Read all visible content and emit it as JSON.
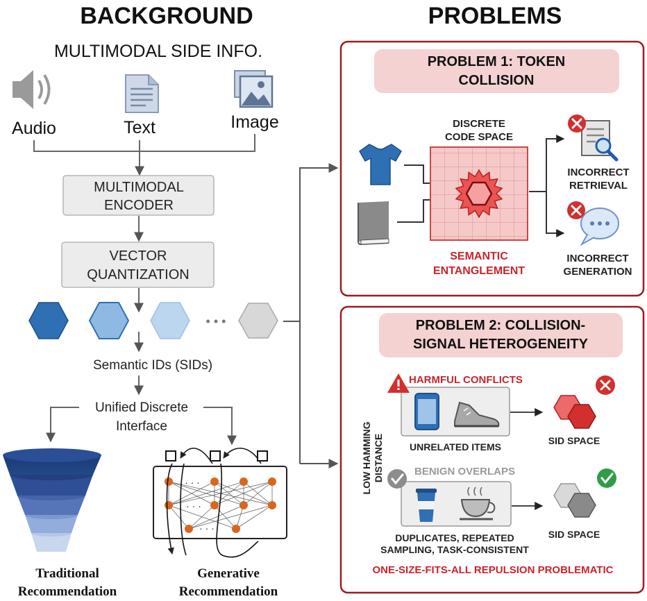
{
  "background": {
    "title": "BACKGROUND",
    "subtitle": "MULTIMODAL SIDE INFO.",
    "modalities": [
      {
        "label": "Audio",
        "icon": "speaker-icon"
      },
      {
        "label": "Text",
        "icon": "document-icon"
      },
      {
        "label": "Image",
        "icon": "picture-icon"
      }
    ],
    "encoder": [
      "MULTIMODAL",
      "ENCODER"
    ],
    "quantizer": [
      "VECTOR",
      "QUANTIZATION"
    ],
    "ellipsis": "• • •",
    "sids_label": "Semantic IDs (SIDs)",
    "interface": [
      "Unified Discrete",
      "Interface"
    ],
    "traditional": [
      "Traditional",
      "Recommendation"
    ],
    "generative": [
      "Generative",
      "Recommendation"
    ],
    "network_ellipsis": "· · ·"
  },
  "problems": {
    "title": "PROBLEMS",
    "problem1": {
      "title": [
        "PROBLEM 1: TOKEN",
        "COLLISION"
      ],
      "code_space": [
        "DISCRETE",
        "CODE SPACE"
      ],
      "entanglement": [
        "SEMANTIC",
        "ENTANGLEMENT"
      ],
      "retrieval": [
        "INCORRECT",
        "RETRIEVAL"
      ],
      "generation": [
        "INCORRECT",
        "GENERATION"
      ]
    },
    "problem2": {
      "title": [
        "PROBLEM 2: COLLISION-",
        "SIGNAL HETEROGENEITY"
      ],
      "axis": [
        "LOW HAMMING",
        "DISTANCE"
      ],
      "harmful": "HARMFUL CONFLICTS",
      "unrelated": "UNRELATED ITEMS",
      "benign": "BENIGN OVERLAPS",
      "duplicates": [
        "DUPLICATES, REPEATED",
        "SAMPLING, TASK-CONSISTENT"
      ],
      "sid_space_1": "SID SPACE",
      "sid_space_2": "SID SPACE",
      "footer": "ONE-SIZE-FITS-ALL REPULSION PROBLEMATIC"
    }
  },
  "colors": {
    "panel_border": "#9e1b1f",
    "title_fill": "#f4d2d2",
    "accent_red": "#d32f2f",
    "sid_1": "#2f6fb3",
    "sid_2": "#8fb9e3",
    "sid_3": "#bcd6ef",
    "sid_4": "#d8d8d8",
    "node": "#d9661e",
    "success_green": "#2e9e46"
  }
}
